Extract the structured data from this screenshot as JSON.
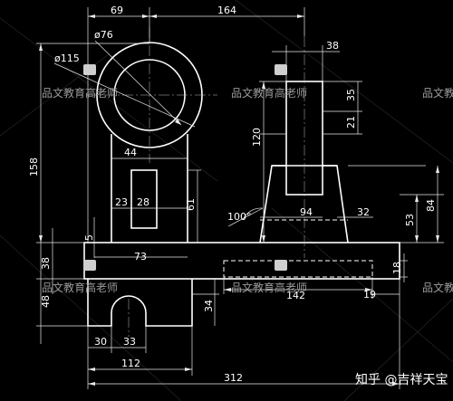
{
  "dimensions": {
    "d69": "69",
    "d164": "164",
    "dia76": "ø76",
    "dia115": "ø115",
    "d38_top": "38",
    "d35": "35",
    "d21": "21",
    "d120": "120",
    "d158": "158",
    "d44": "44",
    "d23": "23",
    "d28": "28",
    "d61": "61",
    "ang100": "100°",
    "d94": "94",
    "d32": "32",
    "d53": "53",
    "d84": "84",
    "d5": "5",
    "d73": "73",
    "d38_left": "38",
    "d18": "18",
    "d142": "142",
    "d19": "19",
    "d48": "48",
    "d34": "34",
    "d30": "30",
    "d33": "33",
    "d112": "112",
    "d312": "312"
  },
  "watermark": {
    "text": "品文教育高老师"
  },
  "brand": {
    "text": "知乎 @吉祥天宝"
  }
}
